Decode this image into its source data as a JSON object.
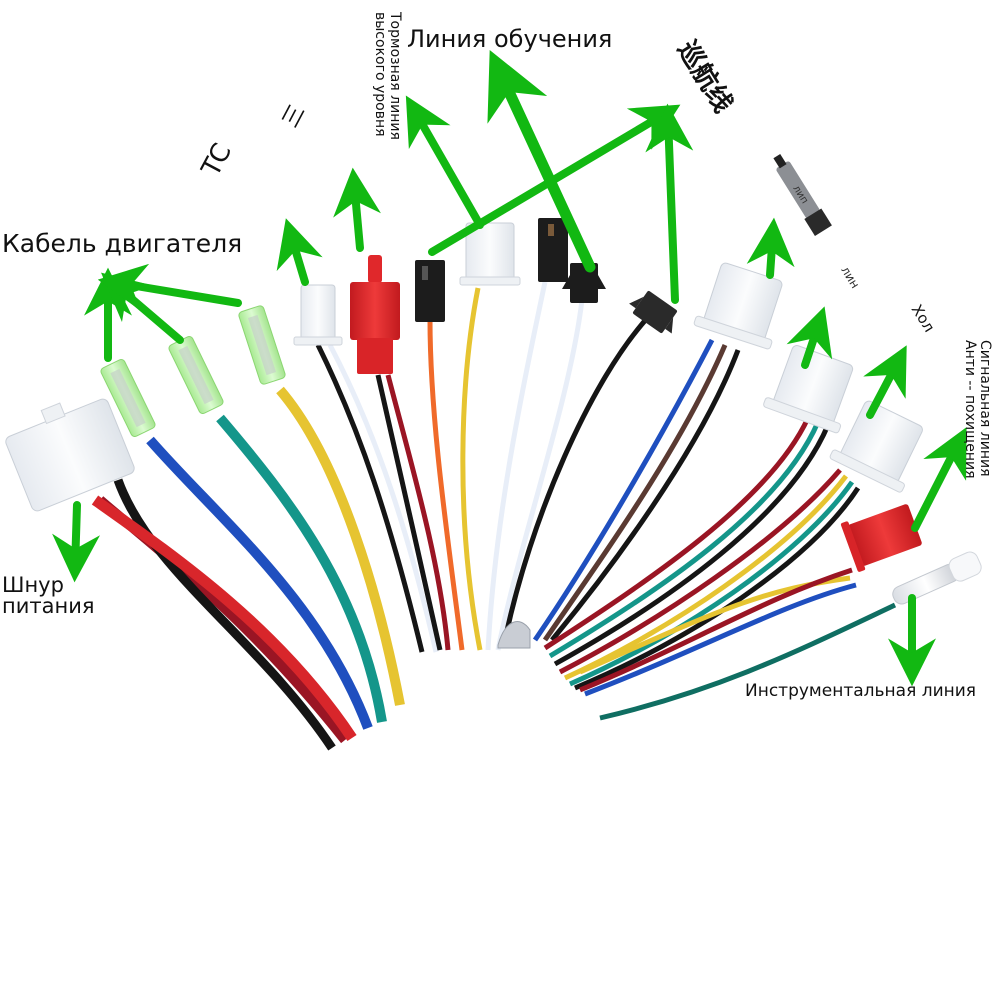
{
  "title": "E-bike controller wiring harness diagram",
  "colors": {
    "arrow": "#12b812",
    "wire_red": "#d8262b",
    "wire_black": "#151515",
    "wire_blue": "#1f4fbf",
    "wire_green": "#14968a",
    "wire_yellow": "#e6c431",
    "wire_white": "#e8eef8",
    "wire_darkred": "#9a1524",
    "wire_orange": "#f06a2a",
    "wire_brown": "#5a3a32",
    "wire_darkgreen": "#0f6e62",
    "connector_white": "#f2f4f7",
    "connector_green": "#b9f2a9",
    "connector_red": "#e0282b",
    "connector_black": "#1c1c1c"
  },
  "labels": {
    "motor_cable": "Кабель двигателя",
    "power_cord": "Шнур питания",
    "learning_line": "Линия обучения",
    "brake_high_level": "Тормозная линия\nвысокого уровня",
    "cruise_line_cn": "巡航线",
    "tc": "TC",
    "three_speed": "三",
    "lin_partial": "лин",
    "hall_partial": "Хол",
    "anti_theft_signal": "Сигнальная линия\nАнти -- похищения",
    "instrument_line": "Инструментальная линия",
    "cruise_tag_partial": "лип"
  },
  "components": [
    {
      "id": "power-connector",
      "type": "white-connector",
      "wires": [
        "red",
        "black"
      ],
      "label_ref": "power_cord"
    },
    {
      "id": "motor-phase-blue",
      "type": "green-bullet-terminal",
      "wires": [
        "blue"
      ],
      "label_ref": "motor_cable"
    },
    {
      "id": "motor-phase-green",
      "type": "green-bullet-terminal",
      "wires": [
        "green"
      ],
      "label_ref": "motor_cable"
    },
    {
      "id": "motor-phase-yellow",
      "type": "green-bullet-terminal",
      "wires": [
        "yellow"
      ],
      "label_ref": "motor_cable"
    },
    {
      "id": "tc-connector",
      "type": "white-connector",
      "wires": [
        "black",
        "white"
      ],
      "label_ref": "tc"
    },
    {
      "id": "three-speed-connector",
      "type": "red-connector",
      "wires": [
        "black",
        "darkred"
      ],
      "label_ref": "three_speed"
    },
    {
      "id": "brake-high-connector",
      "type": "black-connector",
      "wires": [
        "orange"
      ],
      "label_ref": "brake_high_level"
    },
    {
      "id": "learning-connector-white",
      "type": "white-connector",
      "wires": [
        "yellow"
      ],
      "label_ref": "learning_line"
    },
    {
      "id": "learning-connector-black-1",
      "type": "black-connector",
      "wires": [
        "white"
      ],
      "label_ref": "learning_line"
    },
    {
      "id": "learning-connector-black-2",
      "type": "black-connector",
      "wires": [
        "white"
      ],
      "label_ref": "learning_line"
    },
    {
      "id": "cruise-connector",
      "type": "black-connector",
      "wires": [
        "black"
      ],
      "label_ref": "cruise_line_cn"
    },
    {
      "id": "throttle-connector",
      "type": "white-connector",
      "wires": [
        "blue",
        "brown",
        "black"
      ],
      "label_ref": "cruise_tag_partial"
    },
    {
      "id": "lin-connector",
      "type": "white-connector",
      "wires": [
        "darkred",
        "green",
        "black"
      ],
      "label_ref": "lin_partial"
    },
    {
      "id": "hall-connector",
      "type": "white-connector",
      "wires": [
        "darkred",
        "yellow",
        "green",
        "black",
        "blue"
      ],
      "label_ref": "hall_partial"
    },
    {
      "id": "anti-theft-connector",
      "type": "red-connector",
      "wires": [
        "darkred",
        "blue",
        "yellow"
      ],
      "label_ref": "anti_theft_signal"
    },
    {
      "id": "instrument-terminal",
      "type": "clear-bullet-terminal",
      "wires": [
        "darkgreen"
      ],
      "label_ref": "instrument_line"
    }
  ]
}
